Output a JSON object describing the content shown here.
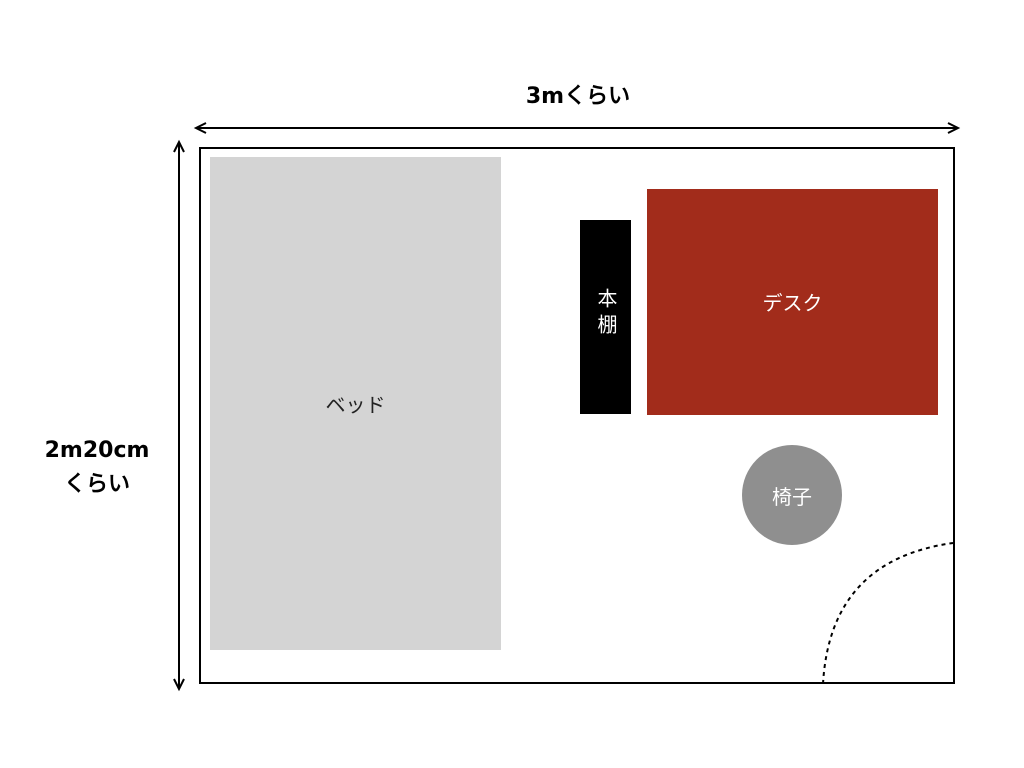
{
  "room": {
    "width_label": "3mくらい",
    "height_label": "2m20cm\nくらい"
  },
  "furniture": {
    "bed": "ベッド",
    "bookshelf": "本棚",
    "desk": "デスク",
    "chair": "椅子"
  },
  "colors": {
    "bed": "#d4d4d4",
    "bookshelf": "#000000",
    "desk": "#a22c1b",
    "chair": "#8f8f8f"
  }
}
